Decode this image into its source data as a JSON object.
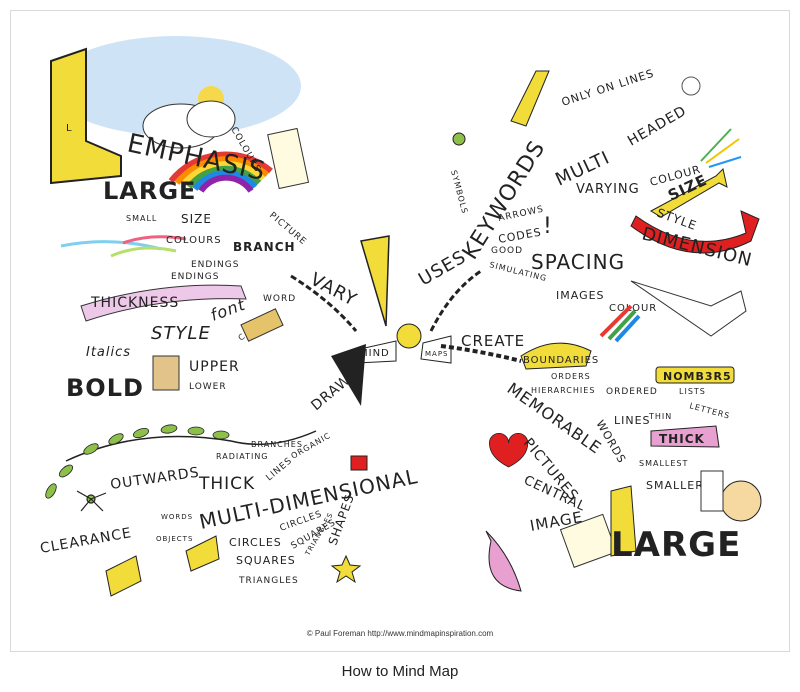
{
  "caption": "How to Mind Map",
  "credit": "© Paul Foreman http://www.mindmapinspiration.com",
  "center": {
    "mind": "MIND",
    "maps": "MAPS"
  },
  "branches": {
    "vary": "VARY",
    "uses": "USES",
    "create": "CREATE",
    "draw": "DRAW"
  },
  "emphasis": {
    "large_letter": "L",
    "emphasis": "EMPHASIS",
    "large": "LARGE",
    "small": "SMALL",
    "size": "SIZE",
    "colours": "COLOURS",
    "picture": "PICTURE"
  },
  "branch_group": {
    "colours": "COLOURS",
    "branch": "BRANCH",
    "endings1": "ENDINGS",
    "endings2": "ENDINGS",
    "thickness": "THICKNESS",
    "style": "STYLE",
    "font": "font",
    "word": "WORD",
    "case": "CASE",
    "upper": "UPPER",
    "lower": "LOWER",
    "italics": "Italics",
    "bold": "BOLD"
  },
  "uses_group": {
    "keywords": "KEYWORDS",
    "symbols": "SYMBOLS",
    "only_on_lines": "ONLY ON LINES",
    "multi": "MULTI",
    "headed": "HEADED",
    "arrows": "ARROWS",
    "codes": "CODES",
    "varying": "VARYING",
    "colour": "COLOUR",
    "size": "SIZE",
    "style": "STYLE",
    "dimension": "DIMENSION",
    "good": "GOOD",
    "spacing": "SPACING",
    "simulating": "SIMULATING",
    "images": "IMAGES",
    "colour2": "COLOUR"
  },
  "create_group": {
    "boundaries": "BOUNDARIES",
    "orders": "ORDERS",
    "hierarchies": "HIERARCHIES",
    "memorable": "MEMORABLE",
    "pictures": "PICTURES",
    "central": "CENTRAL",
    "image": "IMAGE",
    "ordered": "ORDERED",
    "numbers": "NOMB3R5",
    "lists": "LISTS",
    "letters": "LETTERS",
    "lines": "LINES",
    "thin": "THIN",
    "thick": "THICK",
    "words": "WORDS",
    "smallest": "SMALLEST",
    "smaller": "SMALLER",
    "large": "LARGE"
  },
  "draw_group": {
    "branches": "BRANCHES",
    "radiating": "RADIATING",
    "organic": "ORGANIC",
    "thick": "THICK",
    "lines": "LINES",
    "outwards": "OUTWARDS",
    "multi_dimensional": "MULTI-DIMENSIONAL",
    "shapes": "SHAPES",
    "clearance": "CLEARANCE",
    "words": "WORDS",
    "objects": "OBJECTS",
    "circles1": "CIRCLES",
    "circles2": "CIRCLES",
    "squares1": "SQUARES",
    "squares2": "SQUARES",
    "triangles1": "TRIANGLES",
    "triangles2": "TRIANGLES"
  },
  "colors": {
    "yellow": "#f2dc3a",
    "red": "#e02020",
    "pink": "#e8a0d0",
    "blue": "#9fc7ee",
    "green": "#8cc04a",
    "ink": "#222222"
  }
}
